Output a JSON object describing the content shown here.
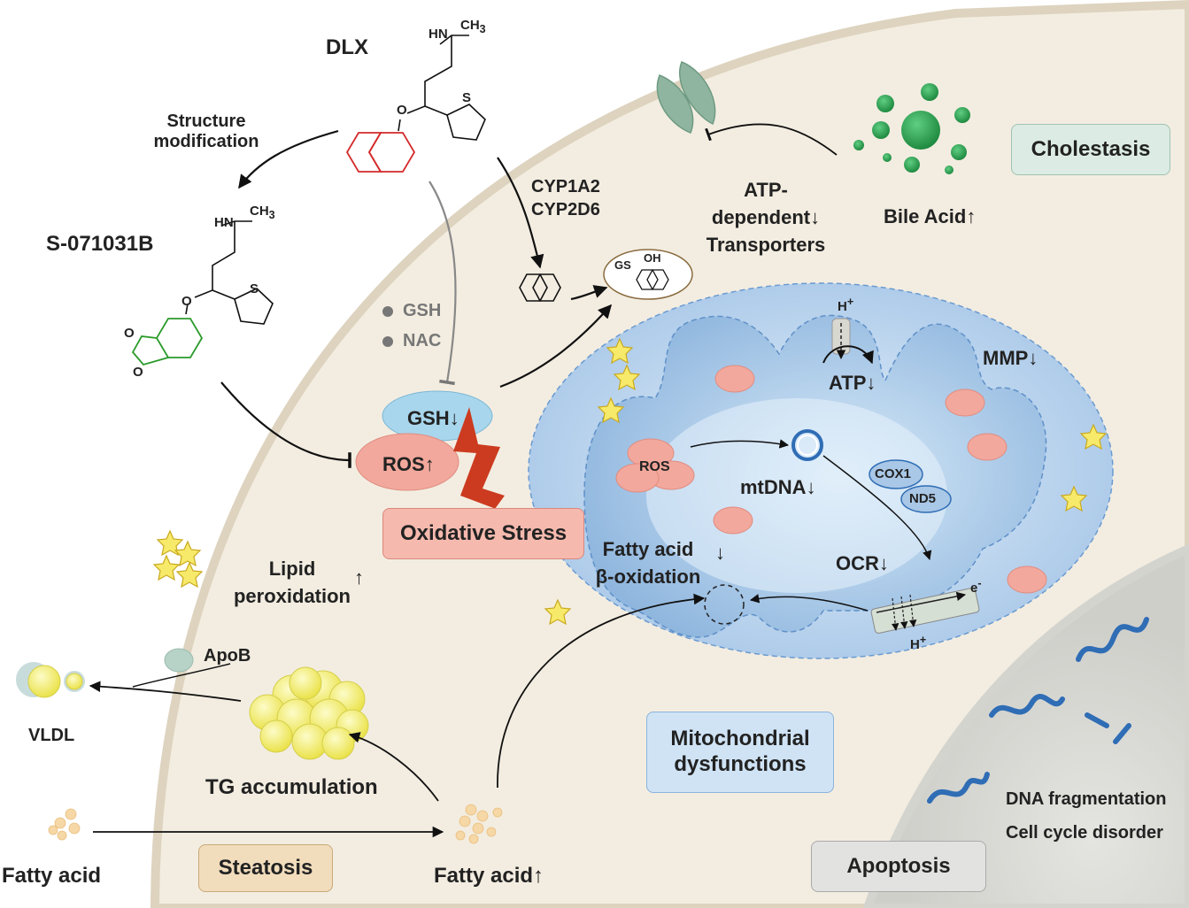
{
  "molecules": {
    "dlx": {
      "name": "DLX",
      "amine": "HN",
      "methyl": "CH",
      "methyl_sub": "3",
      "oxygen": "O",
      "sulfur": "S"
    },
    "s071": {
      "name": "S-071031B",
      "amine": "HN",
      "methyl": "CH",
      "methyl_sub": "3",
      "oxygen": "O",
      "sulfur": "S",
      "ring_o1": "O",
      "ring_o2": "O"
    },
    "gs_adduct": {
      "gs": "GS",
      "oh": "OH"
    }
  },
  "labels": {
    "structure_modification": "Structure modification",
    "cyp1": "CYP1A2",
    "cyp2": "CYP2D6",
    "gsh_legend": "GSH",
    "nac_legend": "NAC",
    "atp_transport": "ATP-\ndependent↓\nTransporters",
    "bile_acid": "Bile Acid",
    "gsh_down": "GSH",
    "ros_up": "ROS",
    "oxidative_stress": "Oxidative Stress",
    "lipid_peroxidation": "Lipid\nperoxidation",
    "apob": "ApoB",
    "vldl": "VLDL",
    "tg_accumulation": "TG accumulation",
    "fatty_acid_left": "Fatty acid",
    "fatty_acid_up": "Fatty acid",
    "h_plus_top": "H",
    "atp": "ATP",
    "mmp": "MMP",
    "ros_mito": "ROS",
    "mtdna": "mtDNA",
    "cox1": "COX1",
    "nd5": "ND5",
    "fatty_acid_beta": "Fatty acid\nβ-oxidation",
    "ocr": "OCR",
    "electron": "e",
    "h_plus_bottom": "H",
    "dna_fragmentation": "DNA fragmentation",
    "cell_cycle": "Cell cycle disorder"
  },
  "phenotypes": {
    "cholestasis": "Cholestasis",
    "steatosis": "Steatosis",
    "mitochondrial": "Mitochondrial\ndysfunctions",
    "apoptosis": "Apoptosis"
  },
  "symbols": {
    "up": "↑",
    "down": "↓",
    "plus": "+",
    "minus": "-"
  },
  "colors": {
    "cell_bg": "#f3ede1",
    "cell_border": "#ddd3bf",
    "mito_outer": "#c9dcef",
    "mito_inner": "#a9c7e6",
    "dlx_ring": "#d42a2a",
    "s071_ring": "#2a9a2a",
    "bile_acid": "#2e9e4f",
    "ros": "#f2a89c",
    "gsh": "#a8d6ec",
    "cholestasis_box": "#dcece4",
    "steatosis_box": "#f1dcbc",
    "mito_box": "#cfe3f5",
    "apoptosis_box": "#e2e2e0",
    "oxstress_box": "#f6b9ae",
    "lightning": "#cc3b1f",
    "lipid_yellow": "#f5f070",
    "star_yellow": "#f7ea6a",
    "dna_blue": "#2f6db5"
  }
}
